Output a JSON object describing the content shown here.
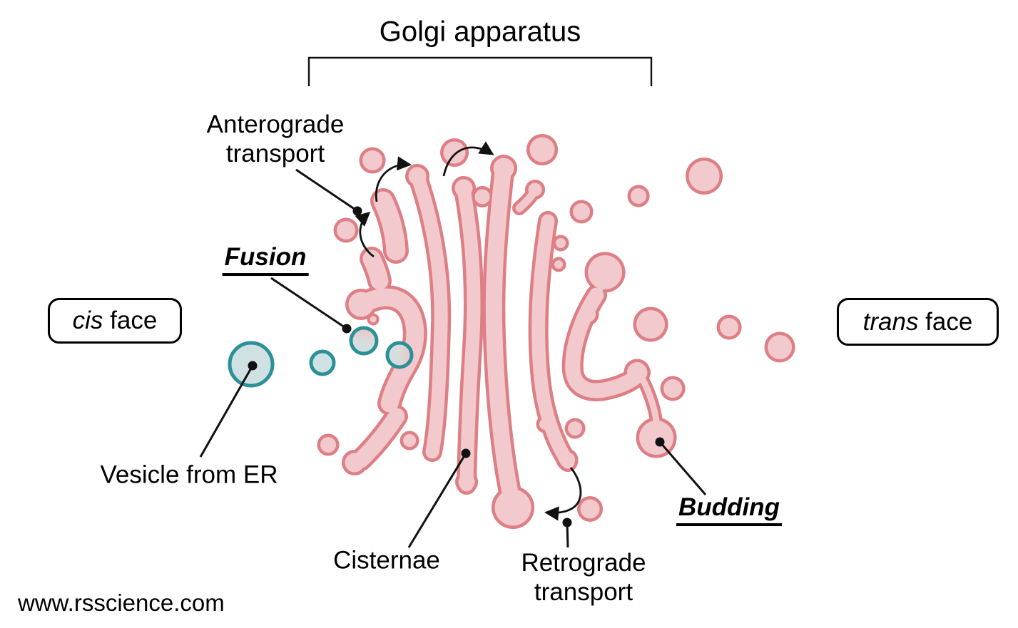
{
  "title": "Golgi apparatus",
  "watermark": "www.rsscience.com",
  "labels": {
    "anterograde_transport": "Anterograde\ntransport",
    "fusion": "Fusion",
    "cis_face": {
      "em": "cis",
      "rest": " face"
    },
    "trans_face": {
      "em": "trans",
      "rest": " face"
    },
    "vesicle_from_er": "Vesicle from ER",
    "cisternae": "Cisternae",
    "retrograde_transport": "Retrograde\ntransport",
    "budding": "Budding"
  },
  "colors": {
    "membrane_fill": "#f2c9cc",
    "membrane_outline": "#dd7f85",
    "er_vesicle_fill": "#cfe1e2",
    "er_vesicle_outline": "#2b9098",
    "annotation": "#111111"
  }
}
